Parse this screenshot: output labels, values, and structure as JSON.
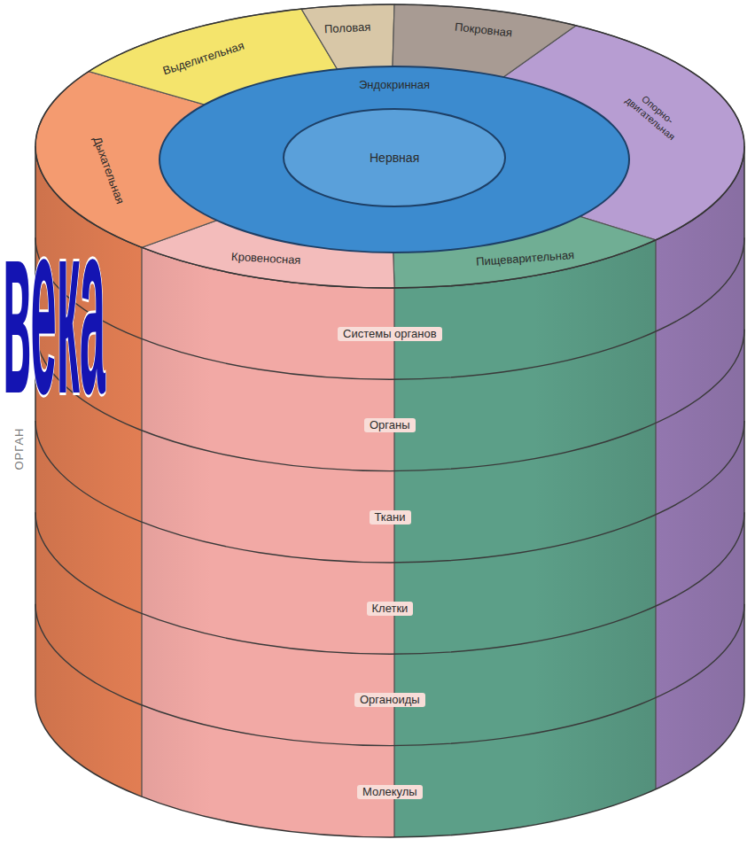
{
  "diagram": {
    "nodes": [
      {
        "text": [
          "Выделительная"
        ]
      },
      {
        "text": [
          "Половая"
        ]
      },
      {
        "text": [
          "Покровная"
        ]
      },
      {
        "text": [
          "Опорно-двигательная"
        ]
      },
      {
        "text": [
          "Дыхательная"
        ]
      },
      {
        "text": [
          "Кровеносная"
        ]
      },
      {
        "text": [
          "Пищеварительная"
        ]
      },
      {
        "text": [
          "Эндокринная"
        ]
      },
      {
        "text": [
          "Нервная"
        ],
        "in": 7
      },
      {
        "text": [
          "Системы органов"
        ]
      },
      {
        "text": [
          "Органы"
        ]
      },
      {
        "text": [
          "Ткани"
        ]
      },
      {
        "text": [
          "Клетки"
        ]
      },
      {
        "text": [
          "Органоиды"
        ]
      },
      {
        "text": [
          "Молекулы"
        ]
      }
    ],
    "labels": [
      "века",
      "ОРГАН"
    ]
  }
}
